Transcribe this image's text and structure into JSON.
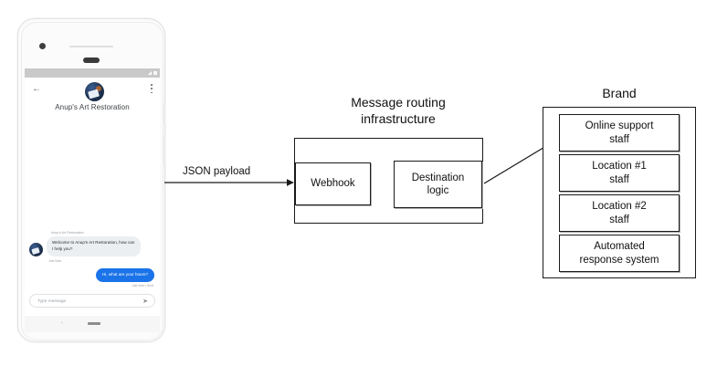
{
  "phone": {
    "status_bar": {
      "signal_icon": "signal-triangle-icon",
      "battery_icon": "battery-icon"
    },
    "header": {
      "back_icon": "back-arrow-icon",
      "overflow_icon": "overflow-menu-icon",
      "avatar_icon": "brand-avatar-icon",
      "brand_name": "Anup's Art Restoration"
    },
    "conversation": {
      "sender_label": "Anup's Art Restoration",
      "incoming_message": "Welcome to Anup's Art Restoration, how can I help you?",
      "incoming_time": "Just Now",
      "outgoing_message": "Hi, what are your hours?",
      "outgoing_time": "Just Now • Sent",
      "agent_avatar_icon": "agent-avatar-icon"
    },
    "composer": {
      "placeholder": "Type message",
      "send_icon": "send-icon"
    },
    "nav_bar": {
      "back_icon": "nav-back-icon",
      "home_icon": "nav-home-icon"
    }
  },
  "diagram": {
    "payload_label": "JSON payload",
    "routing": {
      "title_line1": "Message routing",
      "title_line2": "infrastructure",
      "webhook_label": "Webhook",
      "destination_line1": "Destination",
      "destination_line2": "logic"
    },
    "brand": {
      "title": "Brand",
      "items": [
        {
          "line1": "Online support",
          "line2": "staff"
        },
        {
          "line1": "Location #1",
          "line2": "staff"
        },
        {
          "line1": "Location #2",
          "line2": "staff"
        },
        {
          "line1": "Automated",
          "line2": "response system"
        }
      ]
    }
  },
  "colors": {
    "stroke": "#1a1a1a",
    "box_shadow": "#b0b0b0",
    "outgoing_bubble": "#1a73e8",
    "incoming_bubble": "#eceff1",
    "status_bar": "#c9c9c9"
  }
}
